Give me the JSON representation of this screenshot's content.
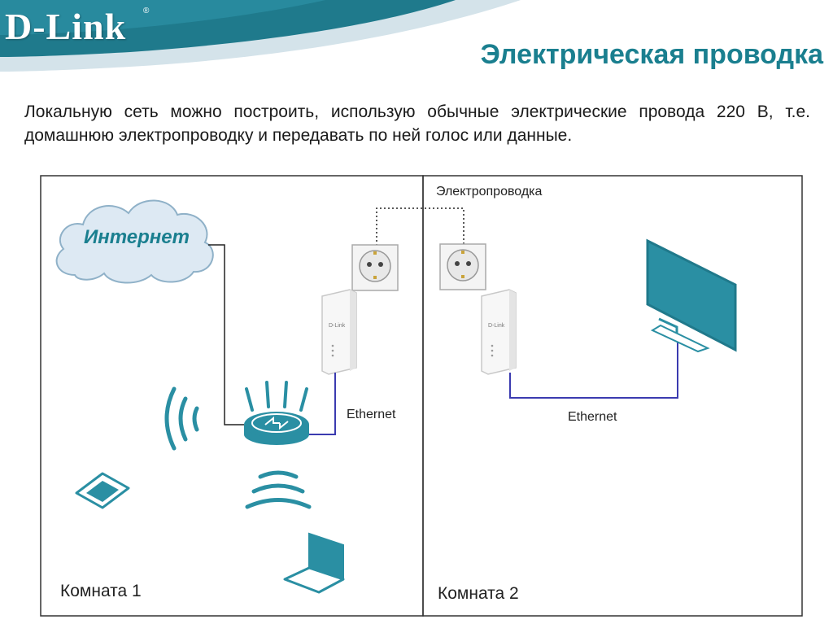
{
  "brand": {
    "logo_text": "D-Link",
    "reg_mark": "®"
  },
  "slide": {
    "title": "Электрическая проводка",
    "intro": "Локальную сеть можно построить, использую обычные электрические провода 220 В, т.е. домашнюю электропроводку и передавать по ней голос или данные."
  },
  "diagram": {
    "wiring_label": "Электропроводка",
    "internet_label": "Интернет",
    "ethernet_label_1": "Ethernet",
    "ethernet_label_2": "Ethernet",
    "room_1_label": "Комната 1",
    "room_2_label": "Комната 2"
  },
  "colors": {
    "brand_teal": "#1a7f8f",
    "device_teal": "#2a8fa3",
    "header_band": "#d4e3ea",
    "ethernet_cable": "#3b3bb0",
    "cloud_fill": "#dde9f3"
  },
  "icons": [
    "cloud-icon",
    "power-outlet-icon",
    "powerline-adapter-icon",
    "wifi-router-icon",
    "wifi-signal-icon",
    "tablet-icon",
    "laptop-icon",
    "monitor-icon"
  ]
}
